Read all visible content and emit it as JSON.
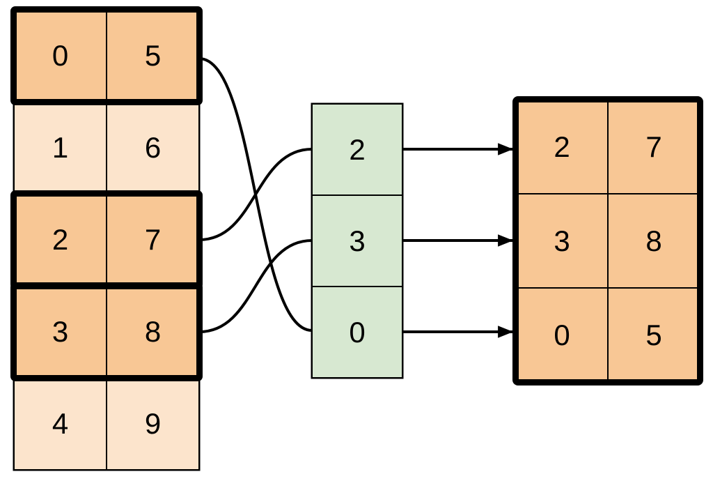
{
  "diagram": {
    "source_table": {
      "rows": [
        {
          "left": "0",
          "right": "5",
          "highlighted": true
        },
        {
          "left": "1",
          "right": "6",
          "highlighted": false
        },
        {
          "left": "2",
          "right": "7",
          "highlighted": true
        },
        {
          "left": "3",
          "right": "8",
          "highlighted": true
        },
        {
          "left": "4",
          "right": "9",
          "highlighted": false
        }
      ]
    },
    "index_column": {
      "cells": [
        "2",
        "3",
        "0"
      ]
    },
    "result_table": {
      "rows": [
        {
          "left": "2",
          "right": "7"
        },
        {
          "left": "3",
          "right": "8"
        },
        {
          "left": "0",
          "right": "5"
        }
      ]
    },
    "curved_links": [
      {
        "source_row": 0,
        "index_cell": 2,
        "index_value": "0"
      },
      {
        "source_row": 2,
        "index_cell": 0,
        "index_value": "2"
      },
      {
        "source_row": 3,
        "index_cell": 1,
        "index_value": "3"
      }
    ],
    "arrows": [
      {
        "index_cell": 0,
        "result_row": 0
      },
      {
        "index_cell": 1,
        "result_row": 1
      },
      {
        "index_cell": 2,
        "result_row": 2
      }
    ],
    "colors": {
      "highlight_fill": "#f8c795",
      "muted_fill": "#fce4cc",
      "index_fill": "#d7e8d1",
      "stroke": "#000000",
      "background": "#ffffff"
    }
  }
}
